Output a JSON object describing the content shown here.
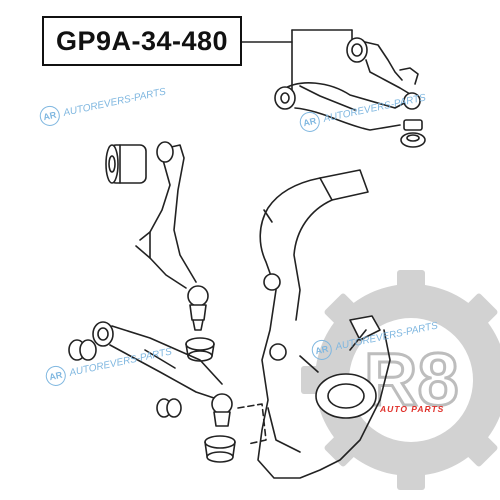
{
  "part_number": "GP9A-34-480",
  "watermark": {
    "logo_text": "AR",
    "text": "AUTOREVERS-PARTS",
    "color": "#7fb7e0"
  },
  "brand": {
    "logo_text": "R8",
    "subtitle": "AUTO PARTS",
    "gear_color": "#cccccc",
    "accent_color": "#e0302a"
  }
}
